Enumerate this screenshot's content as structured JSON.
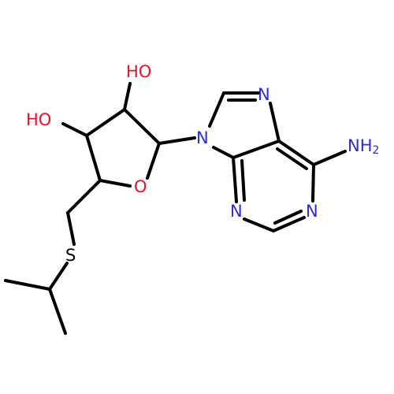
{
  "molecule": {
    "colors": {
      "carbon_bond": "#000000",
      "oxygen": "#e8102b",
      "nitrogen": "#2b2bd8",
      "sulfur": "#000000"
    },
    "atoms": {
      "oh_top": "HO",
      "oh_left": "HO",
      "ring_o": "O",
      "sulfur": "S",
      "n9": "N",
      "n7": "N",
      "n3": "N",
      "n1": "N",
      "nh2_main": "NH",
      "nh2_sub": "2"
    }
  }
}
